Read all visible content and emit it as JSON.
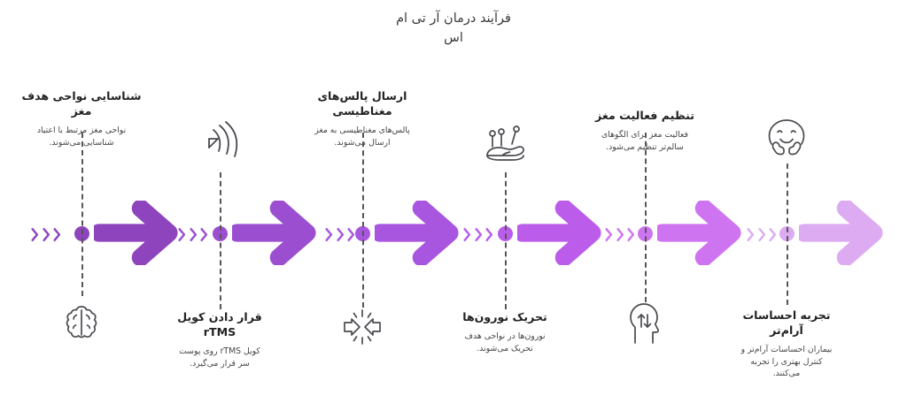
{
  "title": "فرآیند درمان آر تی ام\nاس",
  "colors": {
    "arrow_1": "#8e44bd",
    "arrow_2": "#9b4fd0",
    "arrow_3": "#a855e0",
    "arrow_4": "#bb5ceb",
    "arrow_5": "#cf74f0",
    "arrow_6": "#ddabf2",
    "dash": "#55555a",
    "icon_stroke": "#4a4a50",
    "text_title": "#222222",
    "text_desc": "#444448"
  },
  "steps": [
    {
      "id": "identify-brain-regions",
      "title": "شناسایی نواحی هدف\nمغز",
      "desc": "نواحی مغز مرتبط با اعتیاد\nشناسایی می‌شوند.",
      "icon": "brain-icon",
      "position": "top"
    },
    {
      "id": "place-rtms-coil",
      "title": "قرار دادن کویل",
      "title_latin": "rTMS",
      "desc": "کویل rTMS روی پوست\nسر قرار می‌گیرد.",
      "icon": "signal-waves-icon",
      "position": "bottom"
    },
    {
      "id": "send-magnetic-pulses",
      "title": "ارسال پالس‌های\nمغناطیسی",
      "desc": "پالس‌های مغناطیسی به مغز\nارسال می‌شوند.",
      "icon": "converge-arrows-icon",
      "position": "top"
    },
    {
      "id": "stimulate-neurons",
      "title": "تحریک نورون‌ها",
      "desc": "نورون‌ها در نواحی هدف\nتحریک می‌شوند.",
      "icon": "acupuncture-needles-icon",
      "position": "bottom"
    },
    {
      "id": "regulate-brain-activity",
      "title": "تنظیم فعالیت مغز",
      "desc": "فعالیت مغز برای الگوهای\nسالم‌تر تنظیم می‌شود.",
      "icon": "head-updown-arrows-icon",
      "position": "top"
    },
    {
      "id": "experience-calmer-emotions",
      "title": "تجربه احساسات\nآرام‌تر",
      "desc": "بیماران احساسات آرام‌تر و\nکنترل بهتری را تجربه\nمی‌کنند.",
      "icon": "smiling-hugging-face-icon",
      "position": "bottom"
    }
  ]
}
